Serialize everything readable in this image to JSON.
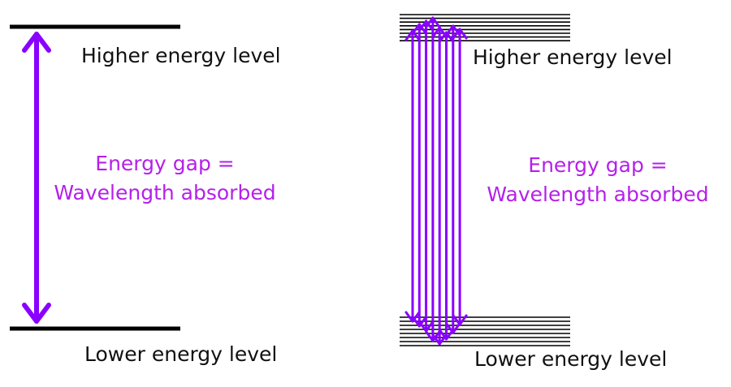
{
  "colors": {
    "arrow": "#8a00ff",
    "gap_text": "#b520ea",
    "level": "#000000",
    "text": "#111111"
  },
  "left_panel": {
    "higher_label": "Higher energy level",
    "lower_label": "Lower energy level",
    "gap_line1": "Energy gap =",
    "gap_line2": "Wavelength absorbed"
  },
  "right_panel": {
    "higher_label": "Higher energy level",
    "lower_label": "Lower energy level",
    "gap_line1": "Energy gap =",
    "gap_line2": "Wavelength absorbed",
    "upper_band_line_count": 8,
    "lower_band_line_count": 8,
    "arrow_count": 8
  }
}
